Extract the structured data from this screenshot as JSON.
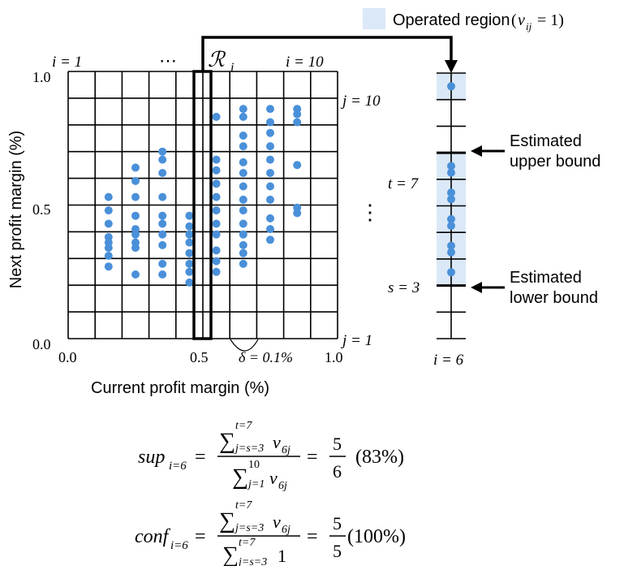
{
  "legend": {
    "label": "Operated region",
    "formula_var": "v",
    "formula_sub": "ij",
    "formula_rest": " = 1)",
    "formula_open": "(",
    "swatch_color": "#dbe8f7"
  },
  "colors": {
    "point": "#4a90d9",
    "shade": "#dbe8f7",
    "line": "#000000"
  },
  "chart_data": {
    "type": "scatter",
    "xlabel": "Current profit margin (%)",
    "ylabel": "Next profit margin (%)",
    "x_ticks": [
      "0.0",
      "0.5",
      "1.0"
    ],
    "y_ticks": [
      "0.0",
      "0.5",
      "1.0"
    ],
    "xlim": [
      0.0,
      1.0
    ],
    "ylim": [
      0.0,
      1.0
    ],
    "grid": true,
    "columns": [
      {
        "x": 0.2,
        "y": [
          0.53,
          0.48,
          0.43,
          0.38,
          0.36,
          0.34,
          0.31,
          0.27
        ]
      },
      {
        "x": 0.3,
        "y": [
          0.64,
          0.59,
          0.53,
          0.46,
          0.41,
          0.39,
          0.36,
          0.34,
          0.24
        ]
      },
      {
        "x": 0.4,
        "y": [
          0.7,
          0.67,
          0.62,
          0.53,
          0.46,
          0.43,
          0.39,
          0.35,
          0.28,
          0.24
        ]
      },
      {
        "x": 0.5,
        "y": [
          0.46,
          0.42,
          0.39,
          0.36,
          0.32,
          0.28,
          0.25,
          0.21
        ]
      },
      {
        "x": 0.6,
        "y": [
          0.83,
          0.67,
          0.63,
          0.58,
          0.53,
          0.48,
          0.43,
          0.39,
          0.33,
          0.29,
          0.25
        ]
      },
      {
        "x": 0.7,
        "y": [
          0.86,
          0.83,
          0.76,
          0.72,
          0.66,
          0.62,
          0.57,
          0.52,
          0.48,
          0.43,
          0.39,
          0.35,
          0.32,
          0.28
        ]
      },
      {
        "x": 0.8,
        "y": [
          0.86,
          0.81,
          0.77,
          0.72,
          0.67,
          0.62,
          0.57,
          0.52,
          0.45,
          0.41,
          0.37
        ]
      },
      {
        "x": 0.9,
        "y": [
          0.86,
          0.84,
          0.81,
          0.65,
          0.49,
          0.47
        ]
      }
    ]
  },
  "labels": {
    "i1": "i = 1",
    "dots": "⋯",
    "region": "ℛ",
    "region_sub": "i",
    "i10": "i = 10",
    "j10": "j = 10",
    "j1": "j = 1",
    "vdots": "⋮",
    "delta": "δ = 0.1%",
    "t7": "t = 7",
    "s3": "s  = 3",
    "i6": "i = 6"
  },
  "strip": {
    "points_j": [
      10,
      7,
      6,
      5,
      4,
      3
    ],
    "shaded_j": [
      10,
      7,
      6,
      5,
      4,
      3
    ]
  },
  "annotations": {
    "upper": [
      "Estimated",
      "upper bound"
    ],
    "lower": [
      "Estimated",
      "lower bound"
    ]
  },
  "formulas": {
    "sup_lhs": "sup",
    "sup_sub": "i=6",
    "conf_lhs": "conf",
    "conf_sub": "i=6",
    "eq": "=",
    "sum": "∑",
    "num_sub": "j=s=3",
    "num_sup": "t=7",
    "num_term": "v",
    "num_term_sub": "6j",
    "den_sup_sup": "10",
    "den_sup_sub": "j=1",
    "den_conf_sub": "j=s=3",
    "den_conf_sup": "t=7",
    "den_conf_term": "1",
    "sup_frac_num": "5",
    "sup_frac_den": "6",
    "sup_pct": "(83%)",
    "conf_frac_num": "5",
    "conf_frac_den": "5",
    "conf_pct": "(100%)"
  }
}
